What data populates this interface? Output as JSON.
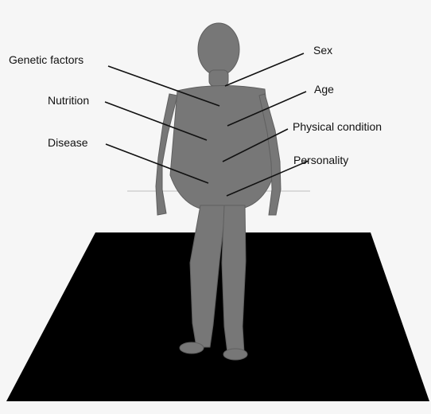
{
  "diagram": {
    "left_labels": {
      "genetic_factors": "Genetic factors",
      "nutrition": "Nutrition",
      "disease": "Disease"
    },
    "right_labels": {
      "sex": "Sex",
      "age": "Age",
      "physical_condition": "Physical condition",
      "personality": "Personality"
    }
  },
  "colors": {
    "figure": "#777777",
    "floor": "#000000",
    "background": "#f6f6f6",
    "lines": "#111111"
  }
}
